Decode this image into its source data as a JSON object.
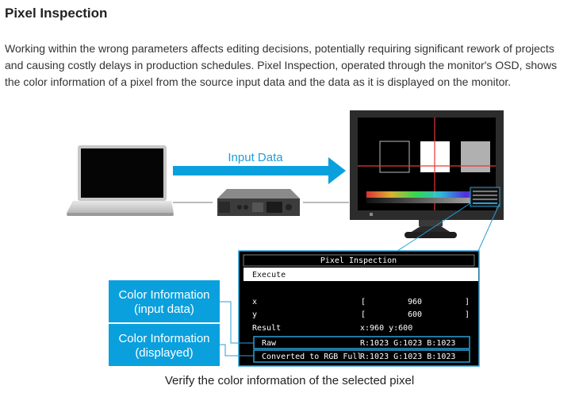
{
  "page": {
    "title": "Pixel Inspection",
    "intro": "Working within the wrong parameters affects editing decisions, potentially requiring significant rework of projects and causing costly delays in production schedules. Pixel Inspection, operated through the monitor's OSD, shows the color information of a pixel from the source input data and the data as it is displayed on the monitor.",
    "caption": "Verify the color information of the selected pixel"
  },
  "diagram": {
    "input_data_label": "Input Data",
    "label_input": {
      "line1": "Color Information",
      "line2": "(input data)"
    },
    "label_displayed": {
      "line1": "Color Information",
      "line2": "(displayed)"
    }
  },
  "osd": {
    "title": "Pixel Inspection",
    "execute": "Execute",
    "x_label": "x",
    "x_value": "960",
    "y_label": "y",
    "y_value": "600",
    "bracket_open": "[",
    "bracket_close": "]",
    "result_label": "Result",
    "result_coords": "x:960  y:600",
    "raw_label": "Raw",
    "raw_values": "R:1023  G:1023  B:1023",
    "converted_label": "Converted to RGB Full",
    "converted_values": "R:1023  G:1023  B:1023"
  },
  "colors": {
    "accent_blue": "#0aa0de",
    "osd_border": "#2a9fd6",
    "crosshair": "#e53935"
  },
  "icons": [
    "laptop-icon",
    "converter-box-icon",
    "monitor-icon",
    "arrow-right-icon"
  ]
}
